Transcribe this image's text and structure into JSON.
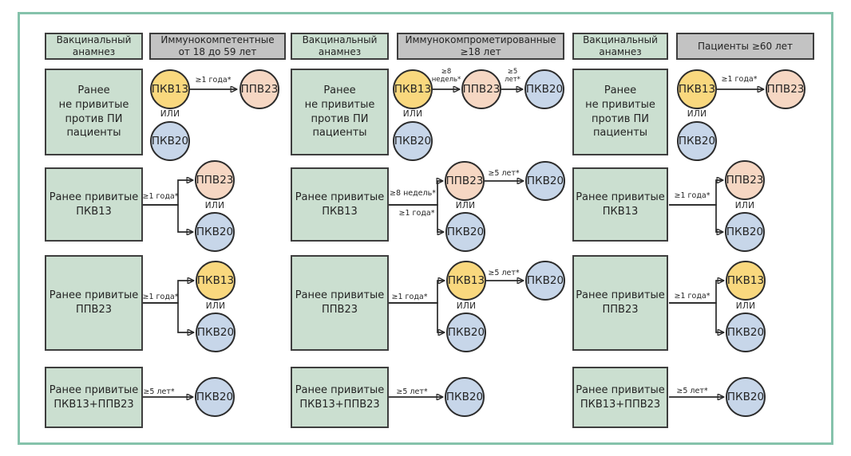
{
  "colors": {
    "frame_border": "#85c2ab",
    "history_box_fill": "#cbdfd0",
    "group_header_fill": "#c3c3c3",
    "box_border": "#3e3e3e",
    "node_border": "#2c2c2c",
    "pcv13_fill": "#f9d87e",
    "ppv23_fill": "#f6d7c3",
    "pcv20_fill": "#c7d6e9",
    "line": "#2a2a2a",
    "text": "#242424"
  },
  "headers": {
    "anamnesis": "Вакцинальный\nанамнез",
    "groups": [
      "Иммунокомпетентные\nот 18 до 59 лет",
      "Иммунокомпрометированные\n≥18 лет",
      "Пациенты ≥60 лет"
    ]
  },
  "histories": [
    "Ранее\nне привитые\nпротив ПИ\nпациенты",
    "Ранее привитые\nПКВ13",
    "Ранее привитые\nППВ23",
    "Ранее привитые\nПКВ13+ППВ23"
  ],
  "vaccines": {
    "pcv13": "ПКВ13",
    "ppv23": "ППВ23",
    "pcv20": "ПКВ20"
  },
  "intervals": {
    "ge1year": "≥1 года*",
    "ge8weeks": "≥8 недель*",
    "ge5years": "≥5 лет*",
    "ge8weeks_stacked": "≥8\nнедель*",
    "ge5years_stacked": "≥5\nлет*"
  },
  "or_label": "ИЛИ"
}
